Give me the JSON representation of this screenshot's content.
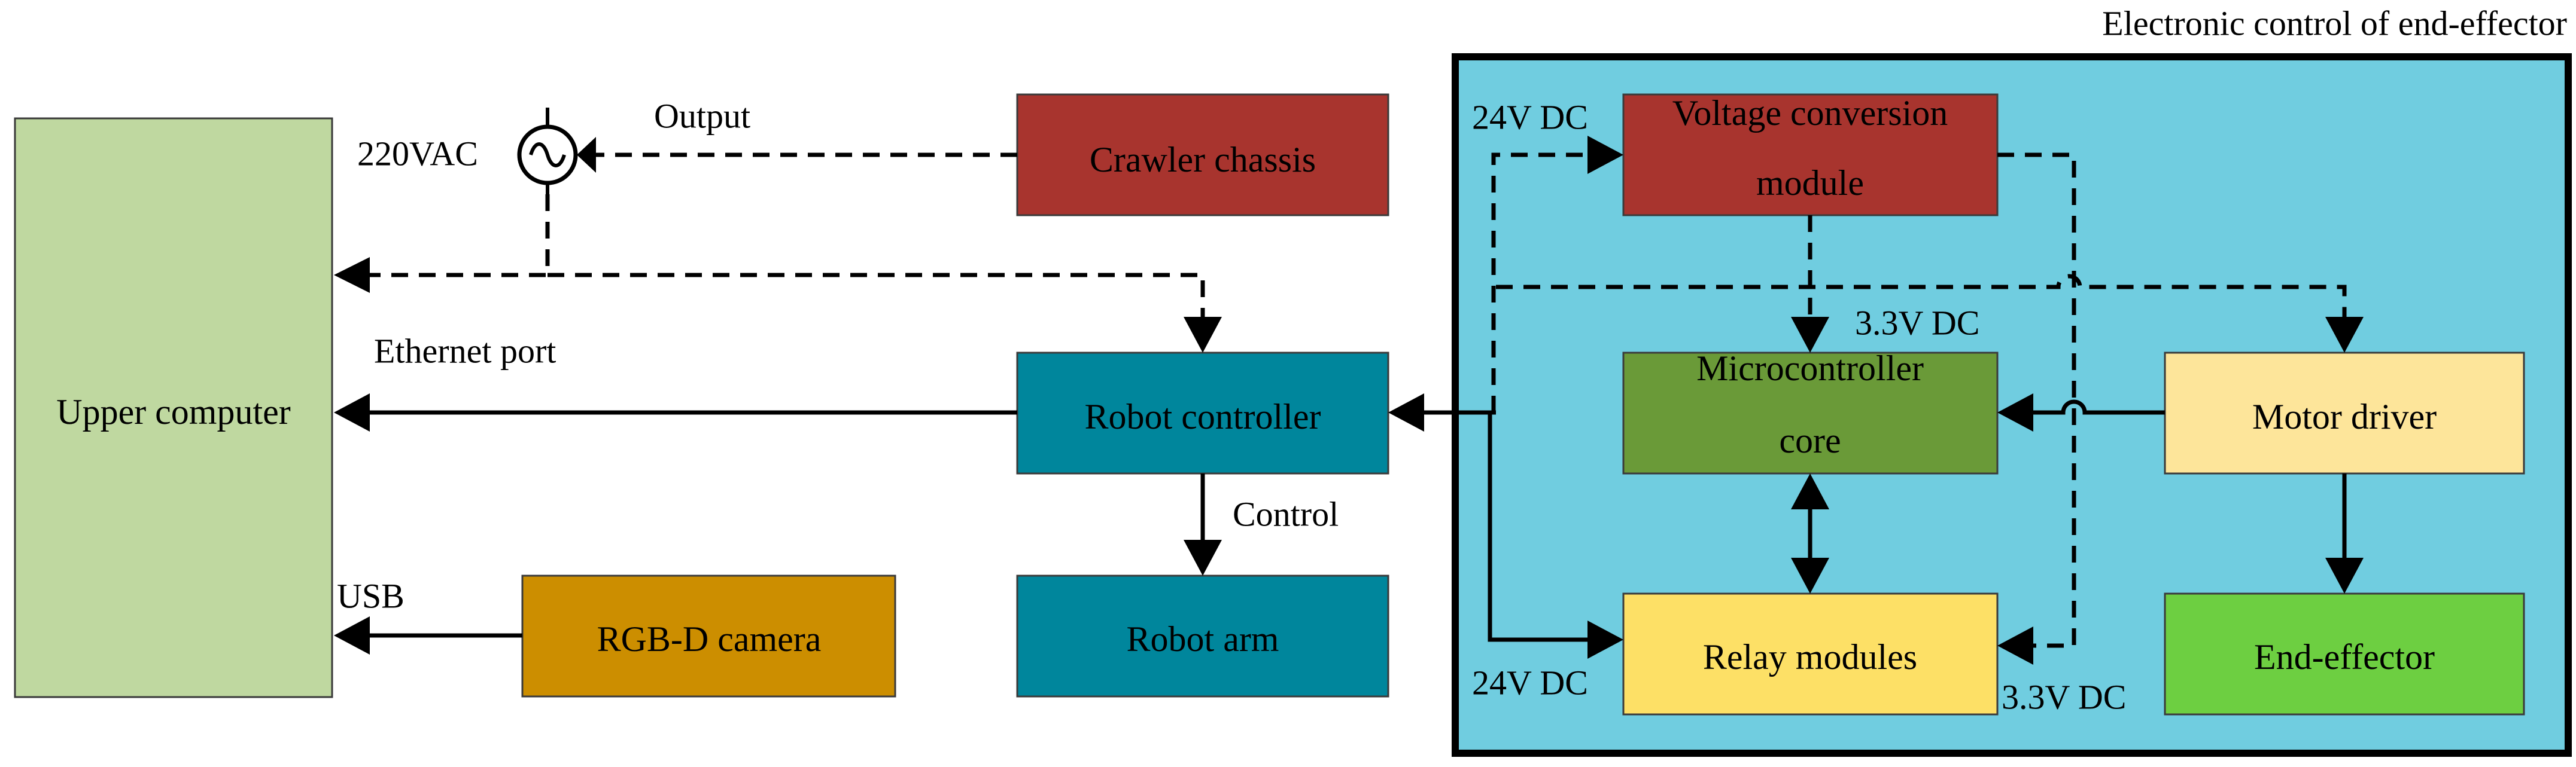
{
  "title": "Electronic control of end-effector",
  "colors": {
    "upper_computer": "#bfd8a0",
    "crawler_chassis": "#a8342e",
    "robot_controller": "#00869c",
    "robot_arm": "#00869c",
    "rgbd_camera": "#cc8e00",
    "control_panel": "#70cde0",
    "voltage_module": "#a8342e",
    "microcontroller": "#6a9a38",
    "motor_driver": "#fde59a",
    "relay_modules": "#fde066",
    "end_effector": "#6dcf41"
  },
  "boxes": {
    "upper_computer": "Upper computer",
    "crawler_chassis": "Crawler chassis",
    "robot_controller": "Robot controller",
    "robot_arm": "Robot arm",
    "rgbd_camera": "RGB-D camera",
    "voltage_line1": "Voltage conversion",
    "voltage_line2": "module",
    "micro_line1": "Microcontroller",
    "micro_line2": "core",
    "motor_driver": "Motor driver",
    "relay_modules": "Relay modules",
    "end_effector": "End-effector"
  },
  "labels": {
    "vac": "220VAC",
    "output": "Output",
    "ethernet": "Ethernet port",
    "control": "Control",
    "usb": "USB",
    "dc24_top": "24V DC",
    "dc24_bottom": "24V DC",
    "dc33_mid": "3.3V DC",
    "dc33_bottom": "3.3V DC"
  },
  "icons": {
    "ac_source": "ac-source-icon"
  }
}
